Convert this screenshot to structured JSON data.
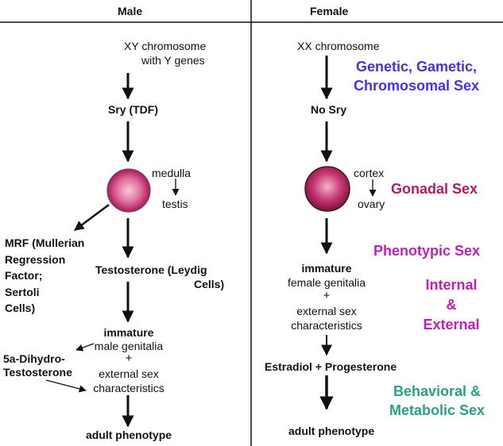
{
  "columns": {
    "male": "Male",
    "female": "Female"
  },
  "male": {
    "chromosome_line1": "XY  chromosome",
    "chromosome_line2": "with Y genes",
    "sry": "Sry (TDF)",
    "gonad_top": "medulla",
    "gonad_bottom": "testis",
    "mrf_lines": [
      "MRF (Mullerian",
      "Regression",
      "Factor;",
      "Sertoli",
      "Cells)"
    ],
    "testosterone_line1": "Testosterone (Leydig",
    "testosterone_line2": "Cells)",
    "immature": "immature",
    "genitalia": "male genitalia",
    "plus": "+",
    "external_line1": "external sex",
    "external_line2": "characteristics",
    "dht_line1": "5a-Dihydro-",
    "dht_line2": "Testosterone",
    "adult": "adult phenotype"
  },
  "female": {
    "chromosome": "XX chromosome",
    "no_sry": "No Sry",
    "gonad_top": "cortex",
    "gonad_bottom": "ovary",
    "immature": "immature",
    "genitalia": "female genitalia",
    "plus": "+",
    "external_line1": "external sex",
    "external_line2": "characteristics",
    "hormones": "Estradiol + Progesterone",
    "adult": "adult phenotype"
  },
  "labels": {
    "genetic_lines": [
      "Genetic, Gametic,",
      "Chromosomal Sex"
    ],
    "gonadal": "Gonadal Sex",
    "phenotypic": "Phenotypic Sex",
    "internal_external_lines": [
      "Internal",
      "&",
      "External"
    ],
    "behavioral_lines": [
      "Behavioral &",
      "Metabolic Sex"
    ]
  },
  "colors": {
    "genetic": "#4a2fe0",
    "gonadal": "#b01b66",
    "phenotypic": "#c21fb8",
    "internal_external": "#c21fb8",
    "behavioral": "#2aa08a",
    "gonad_center": "#f7c9d8",
    "gonad_edge": "#b0145a"
  }
}
